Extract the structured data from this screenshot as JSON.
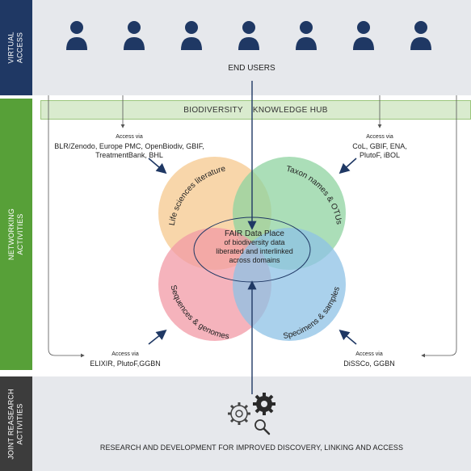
{
  "sections": {
    "virtual": "VIRTUAL\nACCESS",
    "networking": "NETWORKING\nACTIVITIES",
    "joint": "JOINT REASEARCH\nACTIVITIES"
  },
  "end_users_label": "END USERS",
  "hub": {
    "left": "BIODIVERSITY",
    "right": "KNOWLEDGE HUB"
  },
  "access": {
    "via": "Access via",
    "top_left": [
      "BLR/Zenodo, Europe PMC, OpenBiodiv, GBIF,",
      "TreatmentBank, BHL"
    ],
    "top_right": [
      "CoL, GBIF, ENA,",
      "PlutoF, iBOL"
    ],
    "bottom_left": [
      "ELIXIR, PlutoF,GGBN"
    ],
    "bottom_right": [
      "DiSSCo, GGBN"
    ]
  },
  "circles": {
    "top_left": "Life sciences literature",
    "top_right": "Taxon names & OTUs",
    "bottom_left": "Sequences & genomes",
    "bottom_right": "Specimens & samples"
  },
  "center": [
    "FAIR Data Place",
    "of biodiversity data",
    "liberated and interlinked",
    "across domains"
  ],
  "footer": "RESEARCH AND DEVELOPMENT FOR IMPROVED DISCOVERY, LINKING AND ACCESS",
  "colors": {
    "navy": "#1f3864",
    "green_side": "#57a038",
    "dark_side": "#3c3c3c",
    "users": "#1f3864",
    "hub_fill": "#d9ebce",
    "circle_tl": "#f6c88e",
    "circle_tr": "#8fd3a0",
    "circle_bl": "#f19aa6",
    "circle_br": "#8ec2e6",
    "arrow": "#1f3864"
  },
  "icons": [
    "user-icon",
    "gear-icon",
    "magnifier-icon"
  ]
}
